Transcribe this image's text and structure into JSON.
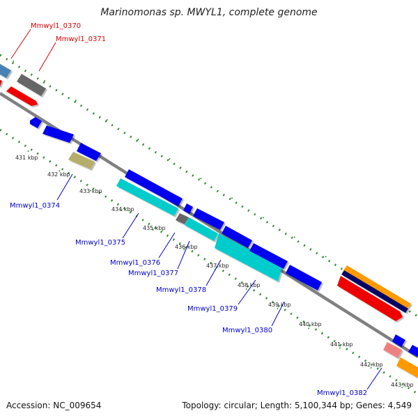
{
  "title": "Marinomonas sp. MWYL1, complete genome",
  "footer": {
    "accession": "Accession: NC_009654",
    "summary": "Topology: circular; Length: 5,100,344 bp; Genes: 4,549"
  },
  "colors": {
    "backbone": "#808080",
    "ticks": "#2e8b2e",
    "forward_label": "#dd0000",
    "reverse_label": "#0000cc",
    "blue_gene": "#0000ee",
    "cyan_gene": "#00cccc",
    "orange_gene": "#ff9900",
    "navy_gene": "#000066",
    "red_gene": "#ee0000",
    "grey_gene": "#666666",
    "khaki_gene": "#b5ad6a",
    "pink_gene": "#ef8080",
    "steel_gene": "#4682b4"
  },
  "kbp_ticks": [
    "431 kbp",
    "432 kbp",
    "433 kbp",
    "434 kbp",
    "435 kbp",
    "436 kbp",
    "437 kbp",
    "438 kbp",
    "439 kbp",
    "440 kbp",
    "441 kbp",
    "442 kbp",
    "443 kbp"
  ],
  "gene_labels": [
    {
      "text": "Mmwyl1_0370",
      "strand": "forward"
    },
    {
      "text": "Mmwyl1_0371",
      "strand": "forward"
    },
    {
      "text": "Mmwyl1_0374",
      "strand": "reverse"
    },
    {
      "text": "Mmwyl1_0375",
      "strand": "reverse"
    },
    {
      "text": "Mmwyl1_0376",
      "strand": "reverse"
    },
    {
      "text": "Mmwyl1_0377",
      "strand": "reverse"
    },
    {
      "text": "Mmwyl1_0378",
      "strand": "reverse"
    },
    {
      "text": "Mmwyl1_0379",
      "strand": "reverse"
    },
    {
      "text": "Mmwyl1_0380",
      "strand": "reverse"
    },
    {
      "text": "Mmwyl1_0382",
      "strand": "reverse"
    }
  ]
}
